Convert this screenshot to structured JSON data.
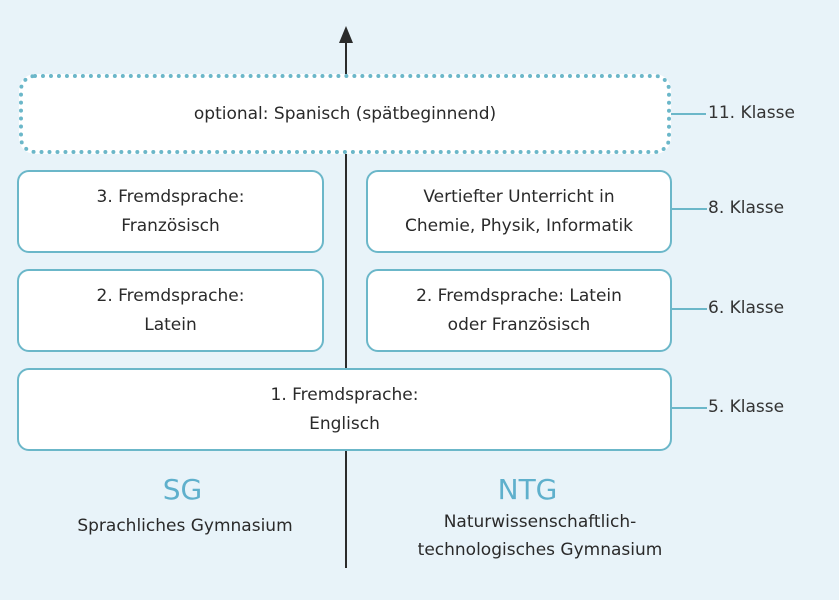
{
  "colors": {
    "accent": "#6bb7c9",
    "abbr": "#5fb0cc",
    "background": "#e8f3f9",
    "axis": "#2b2b2b"
  },
  "optional": {
    "label": "optional: Spanisch (spätbeginnend)",
    "grade": "11. Klasse"
  },
  "sg": {
    "abbr": "SG",
    "name": "Sprachliches Gymnasium",
    "boxes": [
      {
        "line1": "3. Fremdsprache:",
        "line2": "Französisch"
      },
      {
        "line1": "2. Fremdsprache:",
        "line2": "Latein"
      }
    ]
  },
  "ntg": {
    "abbr": "NTG",
    "name_line1": "Naturwissenschaftlich-",
    "name_line2": "technologisches Gymnasium",
    "boxes": [
      {
        "line1": "Vertiefter Unterricht in",
        "line2": "Chemie, Physik, Informatik"
      },
      {
        "line1": "2. Fremdsprache: Latein",
        "line2": "oder Französisch"
      }
    ]
  },
  "common": {
    "line1": "1. Fremdsprache:",
    "line2": "Englisch"
  },
  "grades": {
    "g8": "8. Klasse",
    "g6": "6. Klasse",
    "g5": "5. Klasse"
  }
}
